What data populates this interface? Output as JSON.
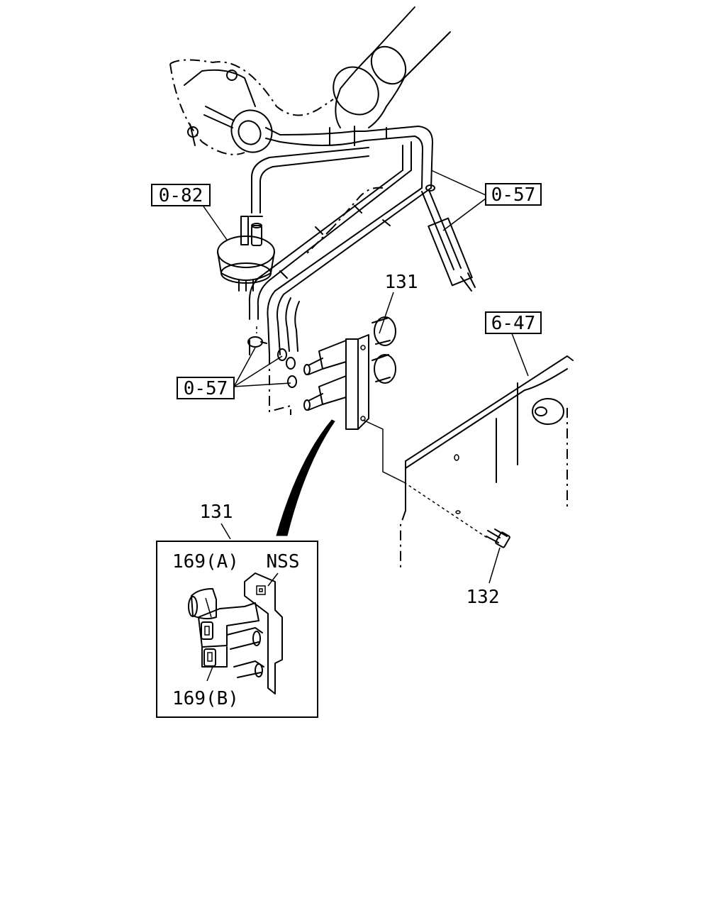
{
  "callouts": {
    "ref_082": "0-82",
    "ref_057_upper": "0-57",
    "ref_057_lower": "0-57",
    "ref_647": "6-47",
    "part_131_upper": "131",
    "part_131_detail": "131",
    "part_132": "132",
    "part_169a": "169(A)",
    "part_169b": "169(B)",
    "nss": "NSS"
  }
}
